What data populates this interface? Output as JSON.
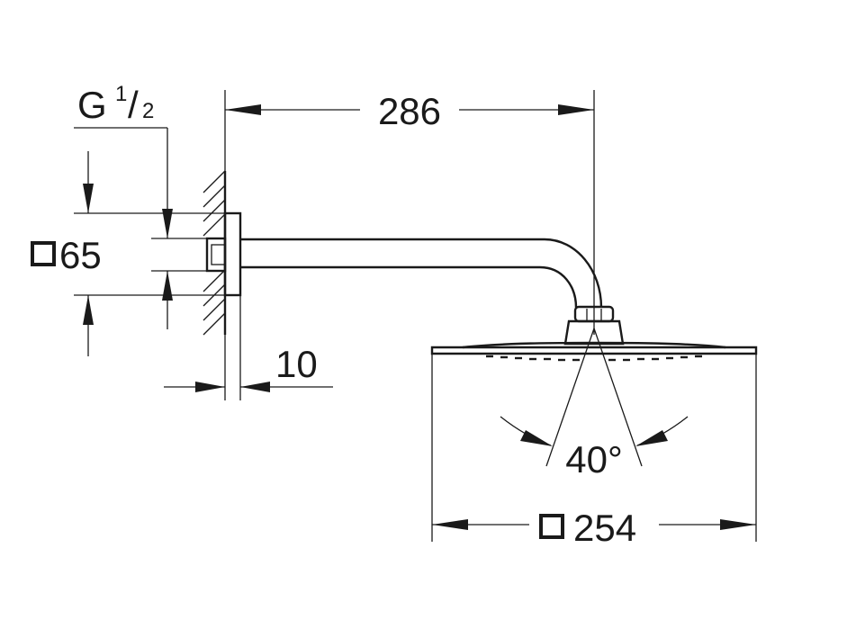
{
  "thread": {
    "letter": "G",
    "numerator": "1",
    "slash": "/",
    "denominator": "2"
  },
  "flange_size": {
    "value": "65"
  },
  "arm_projection": {
    "value": "286"
  },
  "flange_depth": {
    "value": "10"
  },
  "spray_angle": {
    "value": "40°"
  },
  "head_size": {
    "value": "254"
  },
  "colors": {
    "line": "#1a1a1a",
    "background": "#ffffff"
  }
}
